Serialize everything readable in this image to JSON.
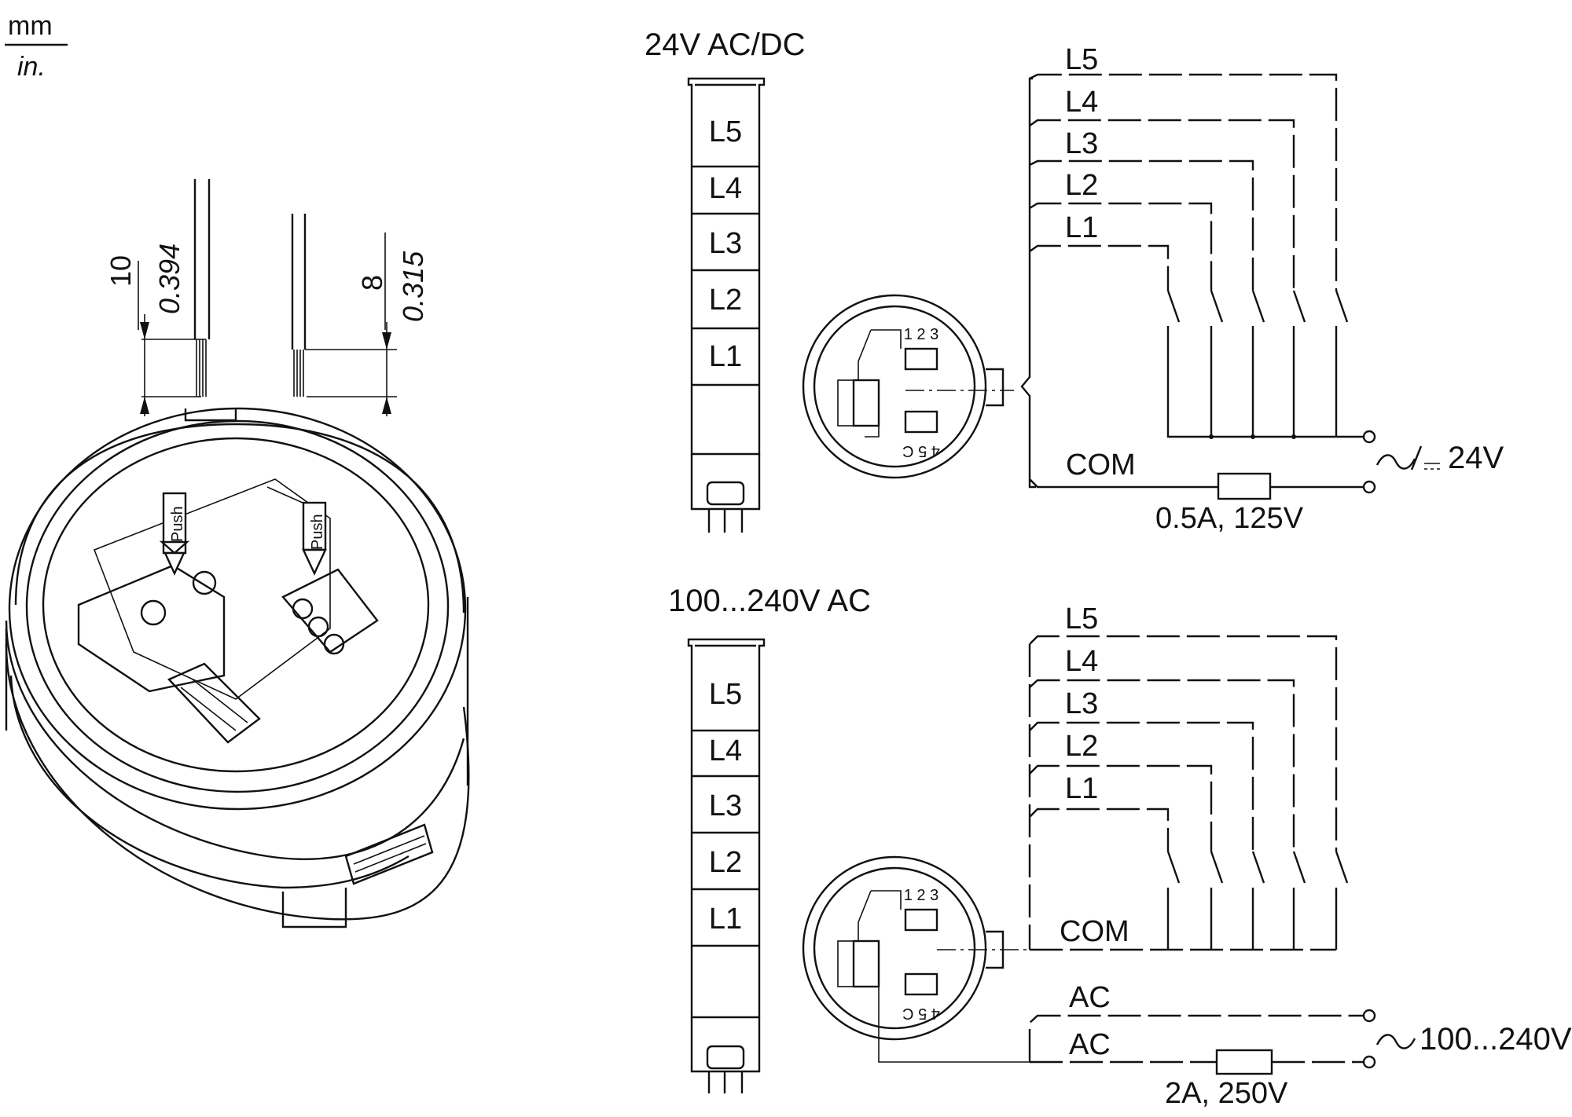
{
  "units": {
    "top": "mm",
    "bottom": "in."
  },
  "strip_dims": [
    {
      "mm": "10",
      "in": "0.394"
    },
    {
      "mm": "8",
      "in": "0.315"
    }
  ],
  "push_label": "Push",
  "wiring": [
    {
      "title": "24V AC/DC",
      "tower_levels": [
        "L5",
        "L4",
        "L3",
        "L2",
        "L1"
      ],
      "line_labels": [
        "L5",
        "L4",
        "L3",
        "L2",
        "L1"
      ],
      "com_label": "COM",
      "supply_label": "24V",
      "fuse_label": "0.5A, 125V",
      "terminal_top": "1 2 3",
      "terminal_bottom": "4 5 C"
    },
    {
      "title": "100...240V AC",
      "tower_levels": [
        "L5",
        "L4",
        "L3",
        "L2",
        "L1"
      ],
      "line_labels": [
        "L5",
        "L4",
        "L3",
        "L2",
        "L1"
      ],
      "com_label": "COM",
      "ac_labels": [
        "AC",
        "AC"
      ],
      "supply_label": "100...240V",
      "fuse_label": "2A, 250V",
      "terminal_top": "1 2 3",
      "terminal_bottom": "4 5 C"
    }
  ]
}
